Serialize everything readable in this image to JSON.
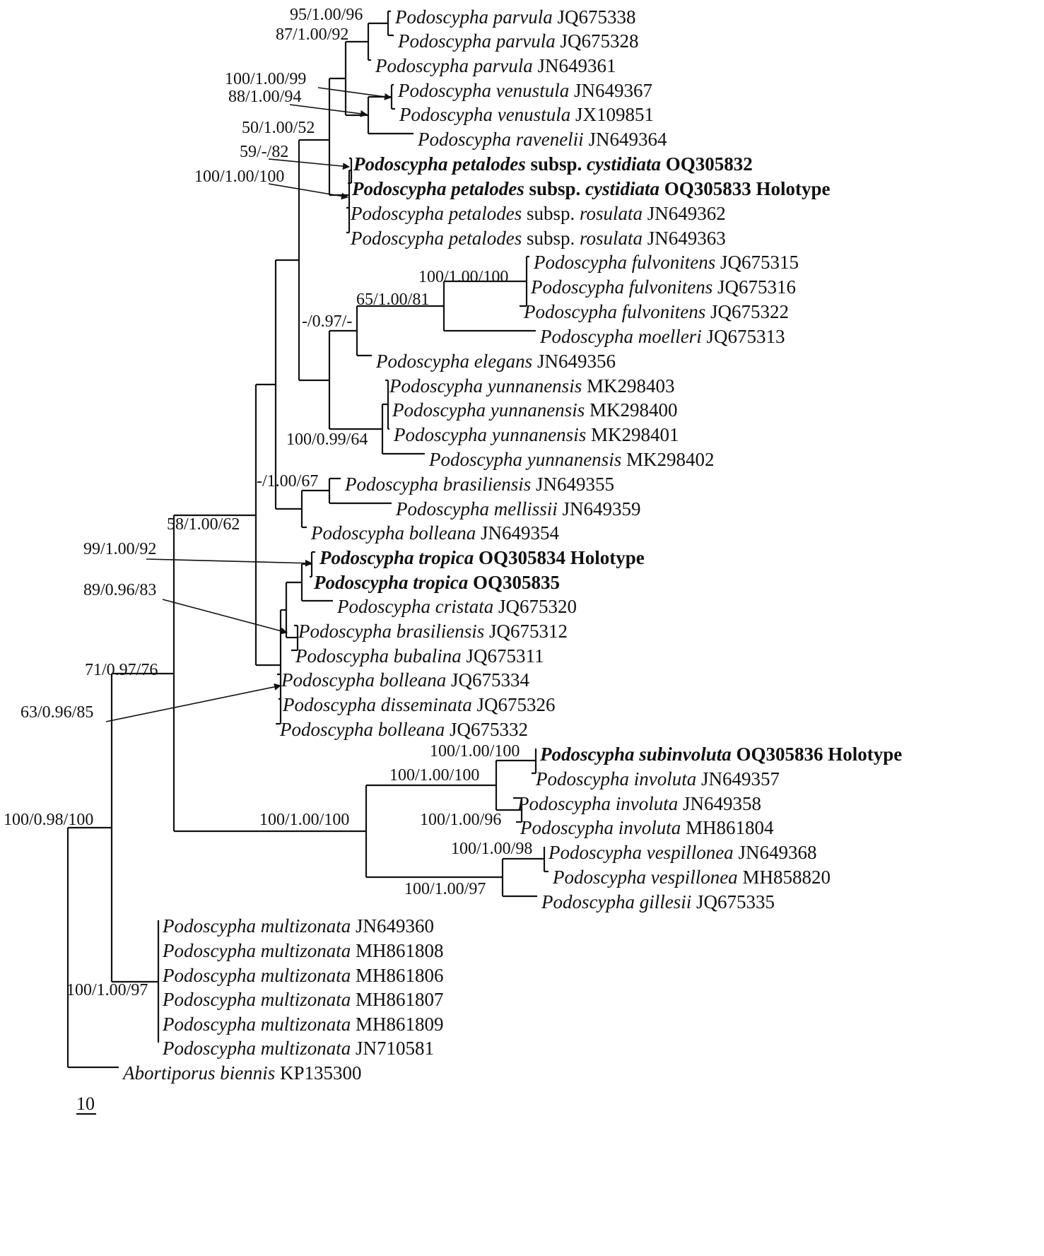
{
  "taxa": [
    {
      "id": "parvula1",
      "genus": "Podoscypha",
      "species": "parvula",
      "accession": "JQ675338"
    },
    {
      "id": "parvula2",
      "genus": "Podoscypha",
      "species": "parvula",
      "accession": "JQ675328"
    },
    {
      "id": "parvula3",
      "genus": "Podoscypha",
      "species": "parvula",
      "accession": "JN649361"
    },
    {
      "id": "venustula1",
      "genus": "Podoscypha",
      "species": "venustula",
      "accession": "JN649367"
    },
    {
      "id": "venustula2",
      "genus": "Podoscypha",
      "species": "venustula",
      "accession": "JX109851"
    },
    {
      "id": "ravenelii",
      "genus": "Podoscypha",
      "species": "ravenelii",
      "accession": "JN649364"
    },
    {
      "id": "cyst1",
      "genus": "Podoscypha",
      "species": "petalodes",
      "rank": "subsp.",
      "infra": "cystidiata",
      "accession": "OQ305832",
      "bold": true
    },
    {
      "id": "cyst2",
      "genus": "Podoscypha",
      "species": "petalodes",
      "rank": "subsp.",
      "infra": "cystidiata",
      "accession": "OQ305833",
      "note": "Holotype",
      "bold": true
    },
    {
      "id": "rosulata1",
      "genus": "Podoscypha",
      "species": "petalodes",
      "rank": "subsp.",
      "infra": "rosulata",
      "accession": "JN649362"
    },
    {
      "id": "rosulata2",
      "genus": "Podoscypha",
      "species": "petalodes",
      "rank": "subsp.",
      "infra": "rosulata",
      "accession": "JN649363"
    },
    {
      "id": "fulvonitens1",
      "genus": "Podoscypha",
      "species": "fulvonitens",
      "accession": "JQ675315"
    },
    {
      "id": "fulvonitens2",
      "genus": "Podoscypha",
      "species": "fulvonitens",
      "accession": "JQ675316"
    },
    {
      "id": "fulvonitens3",
      "genus": "Podoscypha",
      "species": "fulvonitens",
      "accession": "JQ675322"
    },
    {
      "id": "moelleri",
      "genus": "Podoscypha",
      "species": "moelleri",
      "accession": "JQ675313"
    },
    {
      "id": "elegans",
      "genus": "Podoscypha",
      "species": "elegans",
      "accession": "JN649356"
    },
    {
      "id": "yunnanensis1",
      "genus": "Podoscypha",
      "species": "yunnanensis",
      "accession": "MK298403"
    },
    {
      "id": "yunnanensis2",
      "genus": "Podoscypha",
      "species": "yunnanensis",
      "accession": "MK298400"
    },
    {
      "id": "yunnanensis3",
      "genus": "Podoscypha",
      "species": "yunnanensis",
      "accession": "MK298401"
    },
    {
      "id": "yunnanensis4",
      "genus": "Podoscypha",
      "species": "yunnanensis",
      "accession": "MK298402"
    },
    {
      "id": "brasiliensis1",
      "genus": "Podoscypha",
      "species": "brasiliensis",
      "accession": "JN649355"
    },
    {
      "id": "mellissii",
      "genus": "Podoscypha",
      "species": "mellissii",
      "accession": "JN649359"
    },
    {
      "id": "bolleana1",
      "genus": "Podoscypha",
      "species": "bolleana",
      "accession": "JN649354"
    },
    {
      "id": "tropica1",
      "genus": "Podoscypha",
      "species": "tropica",
      "accession": "OQ305834",
      "note": "Holotype",
      "bold": true
    },
    {
      "id": "tropica2",
      "genus": "Podoscypha",
      "species": "tropica",
      "accession": "OQ305835",
      "bold": true
    },
    {
      "id": "cristata",
      "genus": "Podoscypha",
      "species": "cristata",
      "accession": "JQ675320"
    },
    {
      "id": "brasiliensis2",
      "genus": "Podoscypha",
      "species": "brasiliensis",
      "accession": "JQ675312"
    },
    {
      "id": "bubalina",
      "genus": "Podoscypha",
      "species": "bubalina",
      "accession": "JQ675311"
    },
    {
      "id": "bolleana2",
      "genus": "Podoscypha",
      "species": "bolleana",
      "accession": "JQ675334"
    },
    {
      "id": "disseminata",
      "genus": "Podoscypha",
      "species": "disseminata",
      "accession": "JQ675326"
    },
    {
      "id": "bolleana3",
      "genus": "Podoscypha",
      "species": "bolleana",
      "accession": "JQ675332"
    },
    {
      "id": "subinvoluta",
      "genus": "Podoscypha",
      "species": "subinvoluta",
      "accession": "OQ305836",
      "note": "Holotype",
      "bold": true
    },
    {
      "id": "involuta1",
      "genus": "Podoscypha",
      "species": "involuta",
      "accession": "JN649357"
    },
    {
      "id": "involuta2",
      "genus": "Podoscypha",
      "species": "involuta",
      "accession": "JN649358"
    },
    {
      "id": "involuta3",
      "genus": "Podoscypha",
      "species": "involuta",
      "accession": "MH861804"
    },
    {
      "id": "vespillonea1",
      "genus": "Podoscypha",
      "species": "vespillonea",
      "accession": "JN649368"
    },
    {
      "id": "vespillonea2",
      "genus": "Podoscypha",
      "species": "vespillonea",
      "accession": "MH858820"
    },
    {
      "id": "gillesii",
      "genus": "Podoscypha",
      "species": "gillesii",
      "accession": "JQ675335"
    },
    {
      "id": "multizonata1",
      "genus": "Podoscypha",
      "species": "multizonata",
      "accession": "JN649360"
    },
    {
      "id": "multizonata2",
      "genus": "Podoscypha",
      "species": "multizonata",
      "accession": "MH861808"
    },
    {
      "id": "multizonata3",
      "genus": "Podoscypha",
      "species": "multizonata",
      "accession": "MH861806"
    },
    {
      "id": "multizonata4",
      "genus": "Podoscypha",
      "species": "multizonata",
      "accession": "MH861807"
    },
    {
      "id": "multizonata5",
      "genus": "Podoscypha",
      "species": "multizonata",
      "accession": "MH861809"
    },
    {
      "id": "multizonata6",
      "genus": "Podoscypha",
      "species": "multizonata",
      "accession": "JN710581"
    },
    {
      "id": "abortiporus",
      "genus": "Abortiporus",
      "species": "biennis",
      "accession": "KP135300"
    }
  ],
  "support": [
    {
      "id": "parvula12",
      "value": "95/1.00/96"
    },
    {
      "id": "parvula_clade",
      "value": "87/1.00/92"
    },
    {
      "id": "venustula",
      "value": "100/1.00/99"
    },
    {
      "id": "venust_raven",
      "value": "88/1.00/94"
    },
    {
      "id": "upper",
      "value": "50/1.00/52"
    },
    {
      "id": "cystidiata",
      "value": "59/-/82"
    },
    {
      "id": "petalodes",
      "value": "100/1.00/100"
    },
    {
      "id": "fulvonitens",
      "value": "100/1.00/100"
    },
    {
      "id": "fulvo_moell",
      "value": "65/1.00/81"
    },
    {
      "id": "eleg_clade",
      "value": "-/0.97/-"
    },
    {
      "id": "yunnanensis",
      "value": "100/0.99/64"
    },
    {
      "id": "bras_mell",
      "value": "-/1.00/67"
    },
    {
      "id": "big_clade",
      "value": "58/1.00/62"
    },
    {
      "id": "tropica",
      "value": "99/1.00/92"
    },
    {
      "id": "bras_bub",
      "value": "89/0.96/83"
    },
    {
      "id": "pod_main",
      "value": "71/0.97/76"
    },
    {
      "id": "bolleana_clade",
      "value": "63/0.96/85"
    },
    {
      "id": "subinvoluta",
      "value": "100/1.00/100"
    },
    {
      "id": "involuta_clade",
      "value": "100/1.00/100"
    },
    {
      "id": "involuta23",
      "value": "100/1.00/96"
    },
    {
      "id": "lower",
      "value": "100/1.00/100"
    },
    {
      "id": "vespillonea",
      "value": "100/1.00/98"
    },
    {
      "id": "vesp_gill",
      "value": "100/1.00/97"
    },
    {
      "id": "root",
      "value": "100/0.98/100"
    },
    {
      "id": "multizonata",
      "value": "100/1.00/97"
    }
  ],
  "scale_bar": {
    "value": 10,
    "label": "10"
  }
}
